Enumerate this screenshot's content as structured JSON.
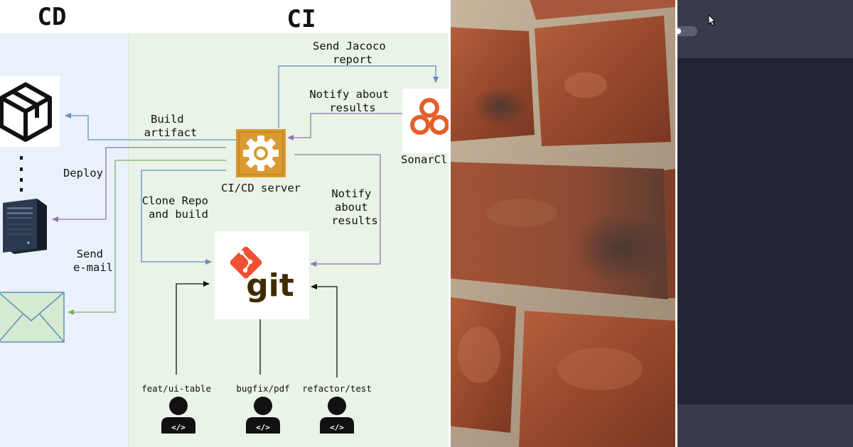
{
  "diagram": {
    "cd_heading": "CD",
    "ci_heading": "CI",
    "edges": {
      "send_jacoco": [
        "Send Jacoco",
        "report"
      ],
      "notify_top": [
        "Notify about",
        "results"
      ],
      "build_artifact": [
        "Build",
        "artifact"
      ],
      "deploy": "Deploy",
      "clone_repo": [
        "Clone Repo",
        "and build"
      ],
      "notify_right": [
        "Notify",
        "about",
        "results"
      ],
      "send_email": [
        "Send",
        "e-mail"
      ]
    },
    "nodes": {
      "cicd_server": "CI/CD server",
      "sonar": "SonarCl",
      "git": "git"
    },
    "developers": [
      {
        "branch": "feat/ui-table"
      },
      {
        "branch": "bugfix/pdf"
      },
      {
        "branch": "refactor/test"
      }
    ],
    "colors": {
      "cd_bg": "#eaf1fb",
      "ci_bg": "#e9f3e6",
      "blue_arrow": "#5f8fc0",
      "purple_arrow": "#9275b0",
      "green_arrow": "#7fb069",
      "server_gold": "#d99a32",
      "sonar_orange": "#e3602b",
      "git_red": "#f05033",
      "git_brown": "#3e2c00"
    }
  },
  "photo": {
    "subject": "brick wall close-up"
  },
  "dark_window": {
    "theme": "dark",
    "cursor": "mouse-pointer-icon"
  }
}
